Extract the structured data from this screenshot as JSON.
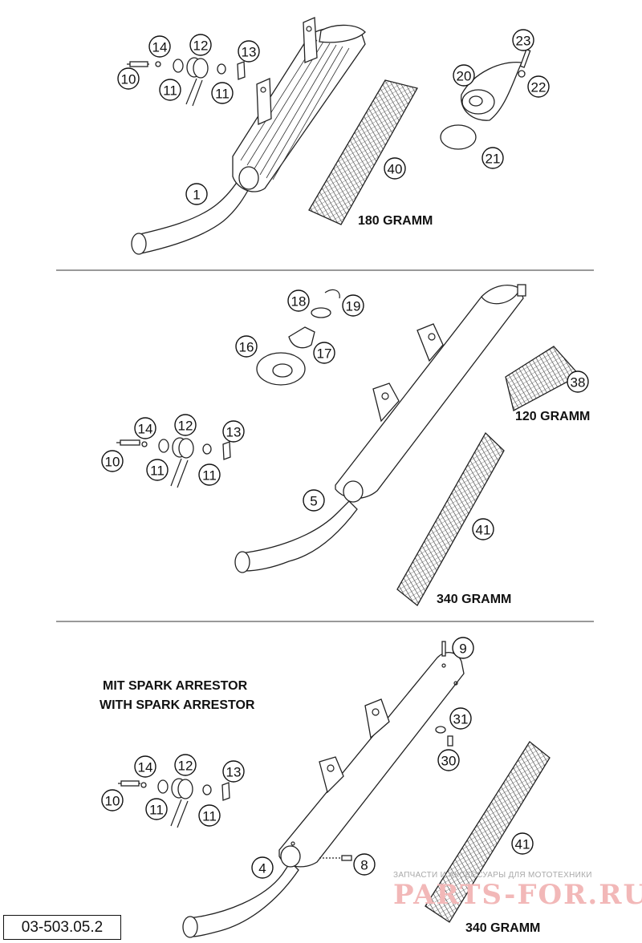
{
  "document_code": "03-503.05.2",
  "captions": {
    "weight_top": "180 GRAMM",
    "weight_mid_small": "120 GRAMM",
    "weight_mid_large": "340 GRAMM",
    "weight_bottom": "340 GRAMM",
    "spark_de": "MIT SPARK ARRESTOR",
    "spark_en": "WITH SPARK ARRESTOR"
  },
  "watermark": {
    "line1": "ЗАПЧАСТИ И АКСЕССУАРЫ ДЛЯ МОТОТЕХНИКИ",
    "logo": "PARTS-FOR.RU"
  },
  "callouts": {
    "top": [
      "14",
      "12",
      "13",
      "10",
      "11",
      "11",
      "1",
      "40",
      "23",
      "20",
      "22",
      "21"
    ],
    "middle": [
      "18",
      "19",
      "16",
      "17",
      "38",
      "14",
      "12",
      "13",
      "10",
      "11",
      "11",
      "5",
      "41"
    ],
    "bottom": [
      "14",
      "12",
      "13",
      "10",
      "11",
      "11",
      "9",
      "31",
      "30",
      "41",
      "4",
      "8"
    ]
  }
}
